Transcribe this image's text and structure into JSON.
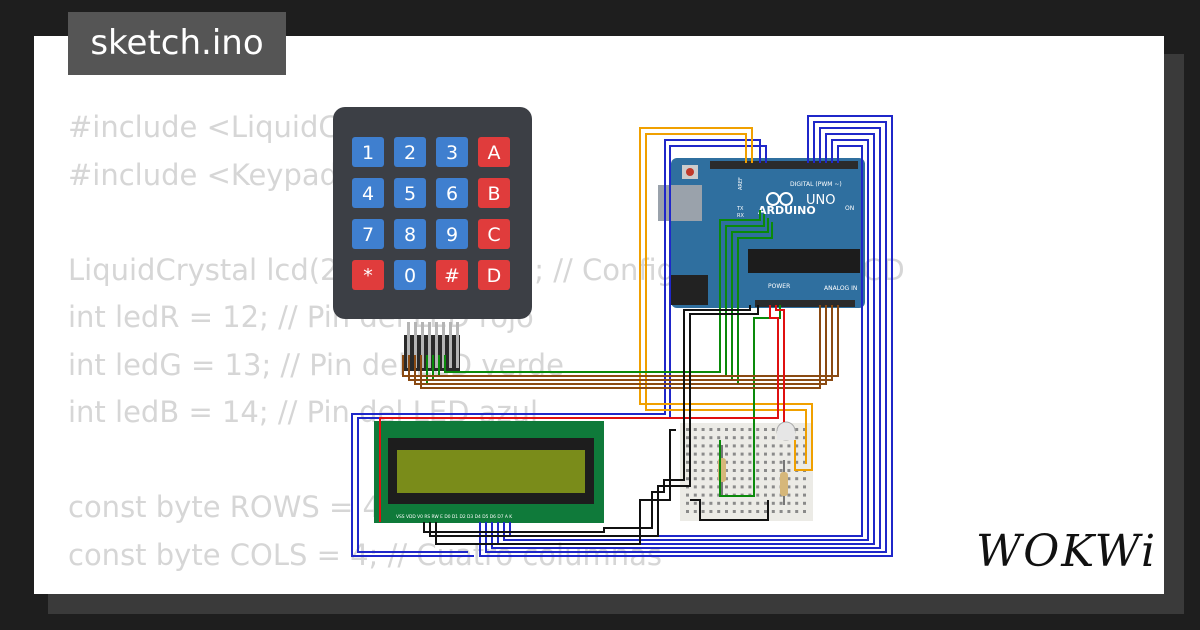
{
  "header": {
    "filename": "sketch.ino"
  },
  "code": {
    "lines": [
      "#include <LiquidCrystal.h>",
      "#include <Keypad.h>",
      "",
      "LiquidCrystal lcd(2, 3, 4, 5, 6, 7); // Configuración del LCD",
      "int ledR = 12; // Pin del LED rojo",
      "int ledG = 13; // Pin del LED verde",
      "int ledB = 14; // Pin del LED azul",
      "",
      "const byte ROWS = 4;",
      "const byte COLS = 4; // Cuatro columnas"
    ]
  },
  "keypad": {
    "keys": [
      "1",
      "2",
      "3",
      "A",
      "4",
      "5",
      "6",
      "B",
      "7",
      "8",
      "9",
      "C",
      "*",
      "0",
      "#",
      "D"
    ],
    "colors": {
      "number": "#3f7fcf",
      "letter": "#e03c3c",
      "body": "#3c3f45"
    }
  },
  "arduino": {
    "brand": "ARDUINO",
    "model": "UNO",
    "digital_label": "DIGITAL (PWM ~)",
    "analog_label": "ANALOG IN",
    "power_label": "POWER",
    "on_label": "ON",
    "tx_label": "TX",
    "rx_label": "RX",
    "aref_label": "AREF",
    "color": "#2f6f9f"
  },
  "lcd": {
    "pin_labels": "VSS VDD V0 RS RW E D0 D1 D2 D3 D4 D5 D6 D7 A K",
    "screen_color": "#7a8c1a",
    "board_color": "#0f7a3a"
  },
  "brand": {
    "logo_text": "WOKWi"
  },
  "colors": {
    "wire_blue": "#1f27c9",
    "wire_orange": "#f0a000",
    "wire_green": "#0a8a0a",
    "wire_brown": "#8a4a12",
    "wire_red": "#e01010",
    "wire_black": "#111111"
  }
}
